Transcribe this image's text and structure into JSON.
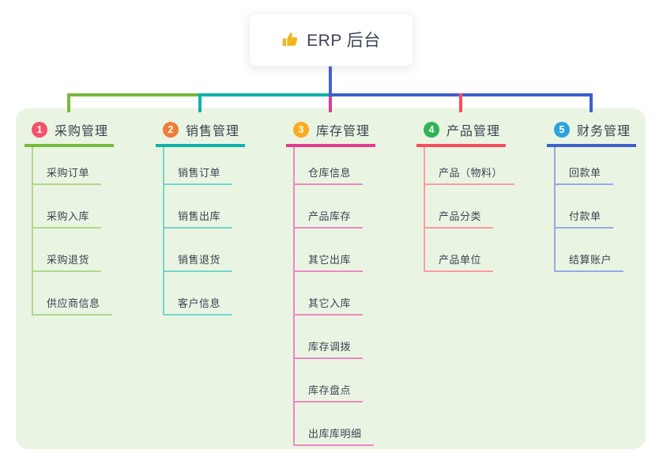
{
  "root": {
    "icon": "thumbs-up",
    "title": "ERP 后台"
  },
  "colors": {
    "canvas_bg": "#ffffff",
    "panel_bg": "#e9f5e2",
    "stem": "#4c5fd0",
    "thumb_icon": "#f2b41d"
  },
  "branches": [
    {
      "number": "1",
      "title": "采购管理",
      "badge_color": "#f4516c",
      "color": "#79b93c",
      "light_color": "#b0d88a",
      "children": [
        "采购订单",
        "采购入库",
        "采购退货",
        "供应商信息"
      ]
    },
    {
      "number": "2",
      "title": "销售管理",
      "badge_color": "#ef7d3b",
      "color": "#10b3a9",
      "light_color": "#74d5cc",
      "children": [
        "销售订单",
        "销售出库",
        "销售退货",
        "客户信息"
      ]
    },
    {
      "number": "3",
      "title": "库存管理",
      "badge_color": "#fbab1d",
      "color": "#e43a90",
      "light_color": "#ef87c1",
      "children": [
        "仓库信息",
        "产品库存",
        "其它出库",
        "其它入库",
        "库存调拨",
        "库存盘点",
        "出库库明细"
      ]
    },
    {
      "number": "4",
      "title": "产品管理",
      "badge_color": "#30b356",
      "color": "#f94d5f",
      "light_color": "#fb9ba5",
      "children": [
        "产品（物料）",
        "产品分类",
        "产品单位"
      ]
    },
    {
      "number": "5",
      "title": "财务管理",
      "badge_color": "#2ca3db",
      "color": "#3e60cb",
      "light_color": "#97a9e5",
      "children": [
        "回款单",
        "付款单",
        "结算账户"
      ]
    }
  ]
}
